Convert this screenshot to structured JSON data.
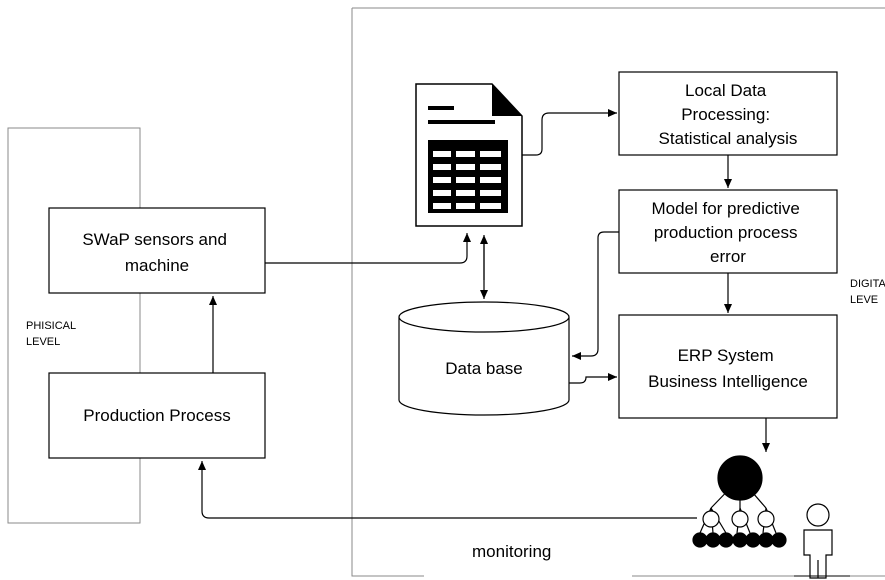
{
  "boxes": {
    "sensors": [
      "SWaP sensors and",
      "machine"
    ],
    "production": [
      "Production Process"
    ],
    "local_processing": [
      "Local Data",
      "Processing:",
      "Statistical analysis"
    ],
    "model": [
      "Model for predictive",
      "production process",
      "error"
    ],
    "erp": [
      "ERP System",
      "Business Intelligence"
    ],
    "database": [
      "Data base"
    ]
  },
  "labels": {
    "physical_level": [
      "PHISICAL",
      "LEVEL"
    ],
    "digital_level": [
      "DIGITA",
      "LEVE"
    ],
    "monitoring": "monitoring"
  },
  "icons": [
    "document-spreadsheet-icon",
    "database-cylinder-icon",
    "hierarchy-network-icon",
    "person-icon"
  ]
}
